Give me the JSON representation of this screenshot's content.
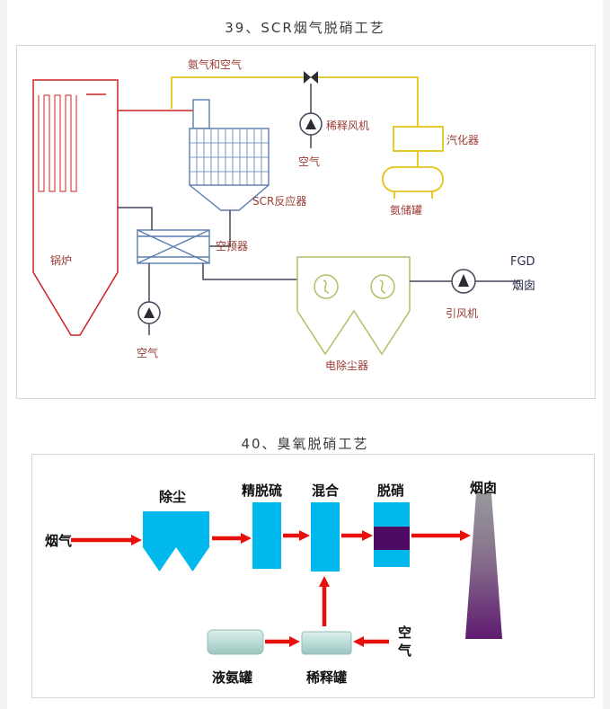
{
  "page": {
    "title1": "39、SCR烟气脱硝工艺",
    "title2": "40、臭氧脱硝工艺"
  },
  "scr": {
    "labels": {
      "ammonia_and_air": "氨气和空气",
      "dilution_fan": "稀释风机",
      "dilution_air": "空气",
      "vaporizer": "汽化器",
      "ammonia_tank": "氨储罐",
      "scr_reactor": "SCR反应器",
      "air_preheater": "空预器",
      "boiler": "锅炉",
      "preheater_air": "空气",
      "esp": "电除尘器",
      "induced_fan": "引风机",
      "fgd": "FGD",
      "chimney": "烟囱"
    },
    "colors": {
      "boiler_red": "#cc2222",
      "ammonia_yellow": "#e4c21a",
      "equipment_blue": "#5b7cb0",
      "esp_green": "#b3bd66",
      "line_dark": "#44445a",
      "label_red": "#9a3b33",
      "label_navy": "#2e2e52"
    }
  },
  "ozone": {
    "labels": {
      "flue_gas": "烟气",
      "dust_removal": "除尘",
      "fine_desulfur": "精脱硫",
      "mixer": "混合",
      "denitration": "脱硝",
      "stack": "烟囱",
      "liquid_ammonia_tank": "液氨罐",
      "dilution_tank": "稀释罐",
      "air": "空气"
    },
    "colors": {
      "block_cyan": "#00b8ec",
      "denitration_purple": "#4f0a63",
      "arrow_red": "#e8100c",
      "tank_teal": "#bcdcd8",
      "stack_gray_top": "#98989e",
      "stack_purple_bottom": "#5f1a70"
    }
  }
}
